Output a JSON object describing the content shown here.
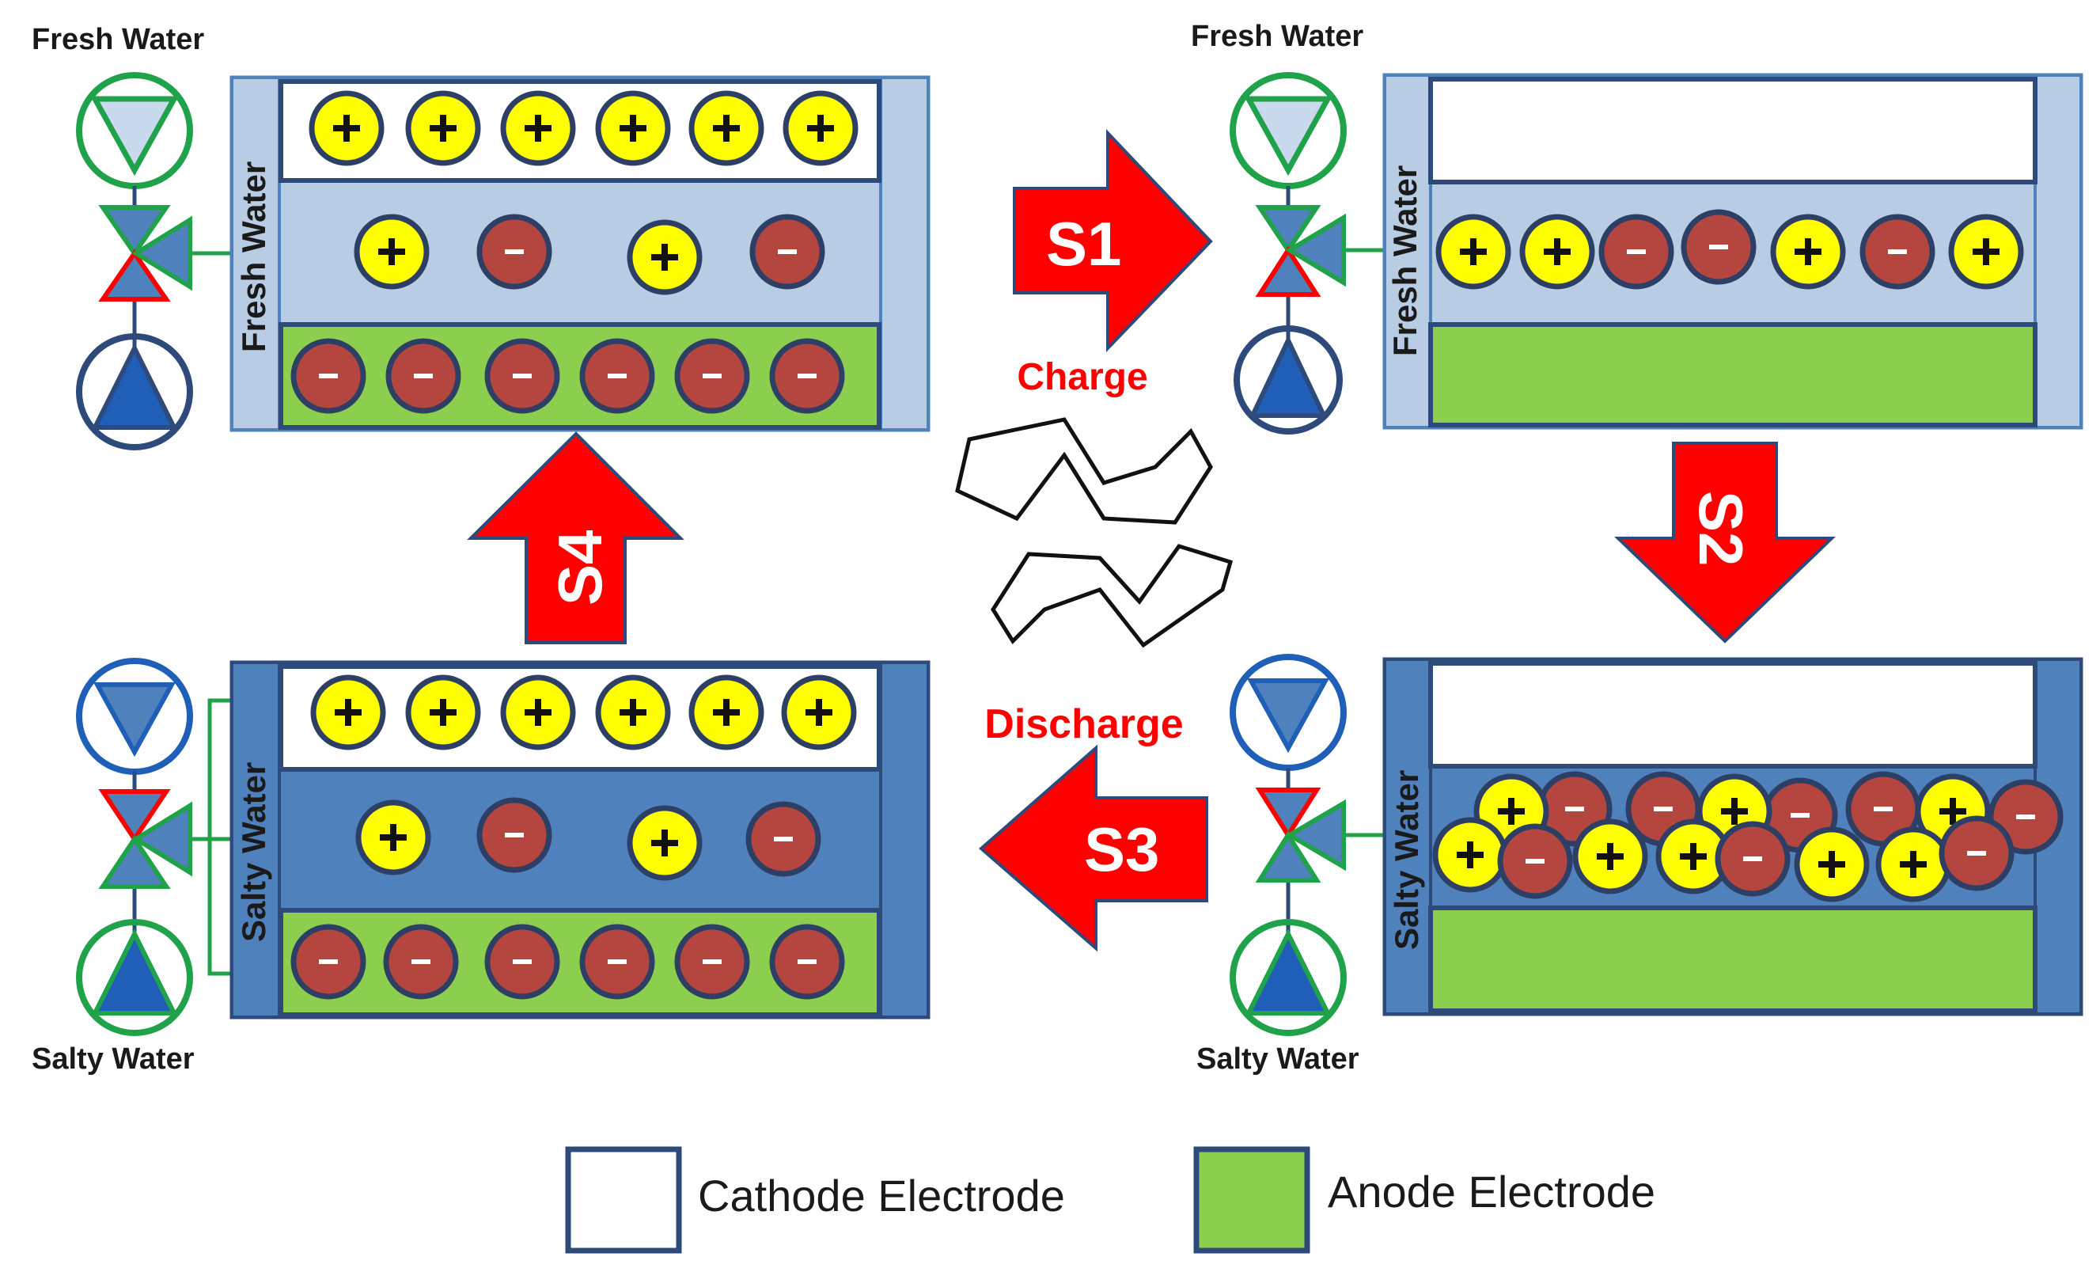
{
  "labels": {
    "fresh_water_top_left": "Fresh Water",
    "fresh_water_top_right": "Fresh Water",
    "salty_water_bottom_left": "Salty Water",
    "salty_water_bottom_right": "Salty Water",
    "cell_fresh_left": "Fresh Water",
    "cell_fresh_right": "Fresh Water",
    "cell_salty_left": "Salty  Water",
    "cell_salty_right": "Salty  Water"
  },
  "steps": {
    "s1": "S1",
    "s2": "S2",
    "s3": "S3",
    "s4": "S4"
  },
  "cycle": {
    "charge": "Charge",
    "discharge": "Discharge"
  },
  "legend": {
    "cathode": "Cathode Electrode",
    "anode": "Anode Electrode"
  },
  "ion_symbols": {
    "positive": "+",
    "negative": "-"
  },
  "colors": {
    "fresh_cell": "#b8cce4",
    "salty_cell": "#4f81bd",
    "cell_border": "#2e4a7a",
    "cathode": "#ffffff",
    "anode": "#8ccf4e",
    "positive_ion": "#ffff00",
    "negative_ion": "#b5463f",
    "arrow": "#ff0000",
    "cycle_text": "#ff0000",
    "valve_green": "#1fa24a",
    "valve_blue": "#1f5fb8",
    "valve_red": "#ff0000"
  }
}
